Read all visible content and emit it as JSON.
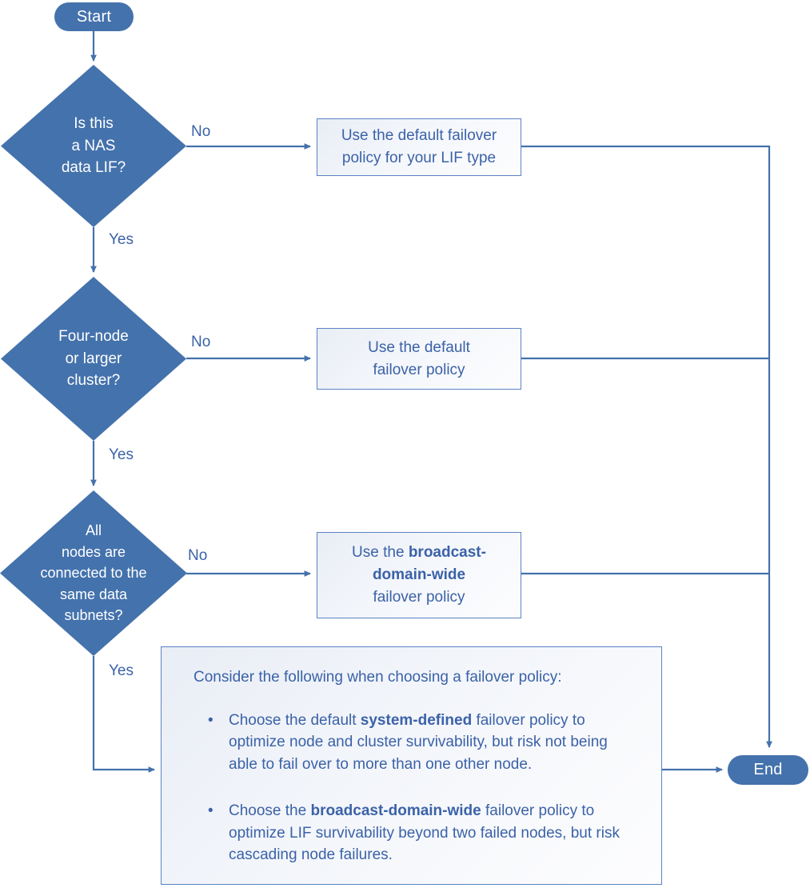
{
  "diagram": {
    "title": "LIF failover policy decision flowchart",
    "colors": {
      "node_fill": "#4472AC",
      "node_text": "#FFFFFF",
      "box_border": "#5B83C4",
      "box_text": "#3B62A8",
      "connector": "#4472AC",
      "background": "#FFFFFF"
    },
    "nodes": {
      "start": {
        "label": "Start",
        "shape": "terminator"
      },
      "end": {
        "label": "End",
        "shape": "terminator"
      },
      "decision1": {
        "label": "Is this\na NAS\ndata LIF?",
        "shape": "diamond"
      },
      "decision2": {
        "label": "Four-node\nor larger\ncluster?",
        "shape": "diamond"
      },
      "decision3": {
        "label": "All\nnodes are\nconnected to the\nsame data\nsubnets?",
        "shape": "diamond"
      },
      "process1": {
        "shape": "process",
        "text_plain": "Use the default failover policy for your LIF type",
        "lines": [
          [
            {
              "t": "Use the default failover",
              "bold": false
            }
          ],
          [
            {
              "t": "policy for your LIF type",
              "bold": false
            }
          ]
        ]
      },
      "process2": {
        "shape": "process",
        "text_plain": "Use the default failover policy",
        "lines": [
          [
            {
              "t": "Use the default",
              "bold": false
            }
          ],
          [
            {
              "t": "failover policy",
              "bold": false
            }
          ]
        ]
      },
      "process3": {
        "shape": "process",
        "text_plain": "Use the broadcast-domain-wide failover policy",
        "lines": [
          [
            {
              "t": "Use the ",
              "bold": false
            },
            {
              "t": "broadcast-",
              "bold": true
            }
          ],
          [
            {
              "t": "domain-wide",
              "bold": true
            }
          ],
          [
            {
              "t": "failover policy",
              "bold": false
            }
          ]
        ]
      }
    },
    "note": {
      "heading": "Consider the following when choosing a failover policy:",
      "bullet_glyph": "•",
      "items": [
        {
          "text_plain": "Choose the default system-defined failover policy to optimize node and cluster survivability, but risk not being able to fail over to more than one other node.",
          "runs": [
            {
              "t": "Choose the default ",
              "bold": false
            },
            {
              "t": "system-defined",
              "bold": true
            },
            {
              "t": " failover policy to optimize node and cluster survivability, but risk not being able to fail over to more than one other node.",
              "bold": false
            }
          ]
        },
        {
          "text_plain": "Choose the broadcast-domain-wide failover policy to optimize LIF survivability beyond two failed nodes, but risk cascading node failures.",
          "runs": [
            {
              "t": "Choose the ",
              "bold": false
            },
            {
              "t": "broadcast-domain-wide",
              "bold": true
            },
            {
              "t": " failover policy to optimize LIF survivability beyond two failed nodes, but risk cascading node failures.",
              "bold": false
            }
          ]
        }
      ]
    },
    "edges": [
      {
        "id": "start-to-d1",
        "label": "",
        "from": "start",
        "to": "decision1"
      },
      {
        "id": "d1-no",
        "label": "No",
        "from": "decision1",
        "to": "process1"
      },
      {
        "id": "d1-yes",
        "label": "Yes",
        "from": "decision1",
        "to": "decision2"
      },
      {
        "id": "d2-no",
        "label": "No",
        "from": "decision2",
        "to": "process2"
      },
      {
        "id": "d2-yes",
        "label": "Yes",
        "from": "decision2",
        "to": "decision3"
      },
      {
        "id": "d3-no",
        "label": "No",
        "from": "decision3",
        "to": "process3"
      },
      {
        "id": "d3-yes",
        "label": "Yes",
        "from": "decision3",
        "to": "note"
      },
      {
        "id": "p1-to-end",
        "label": "",
        "from": "process1",
        "to": "end"
      },
      {
        "id": "p2-to-end",
        "label": "",
        "from": "process2",
        "to": "end"
      },
      {
        "id": "p3-to-end",
        "label": "",
        "from": "process3",
        "to": "end"
      },
      {
        "id": "note-to-end",
        "label": "",
        "from": "note",
        "to": "end"
      }
    ],
    "edge_labels": {
      "d1_no": "No",
      "d1_yes": "Yes",
      "d2_no": "No",
      "d2_yes": "Yes",
      "d3_no": "No",
      "d3_yes": "Yes"
    }
  }
}
